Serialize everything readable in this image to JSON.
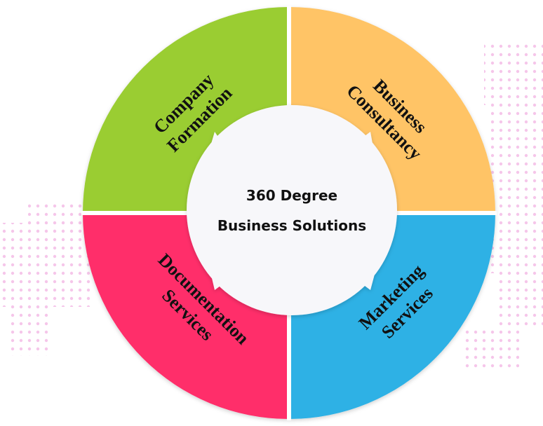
{
  "diagram": {
    "center": {
      "line1": "360 Degree",
      "line2": "Business Solutions"
    },
    "segments": [
      {
        "id": "company-formation",
        "line1": "Company",
        "line2": "Formation",
        "color": "#9ACD32"
      },
      {
        "id": "business-consultancy",
        "line1": "Business",
        "line2": "Consultancy",
        "color": "#FFC466"
      },
      {
        "id": "documentation-services",
        "line1": "Documentation",
        "line2": "Services",
        "color": "#FF2D6A"
      },
      {
        "id": "marketing-services",
        "line1": "Marketing",
        "line2": "Services",
        "color": "#2EB1E5"
      }
    ],
    "colors": {
      "center_fill": "#F7F7FA",
      "divider": "#FFFFFF",
      "dot_pattern": "#F5C6EA"
    }
  }
}
